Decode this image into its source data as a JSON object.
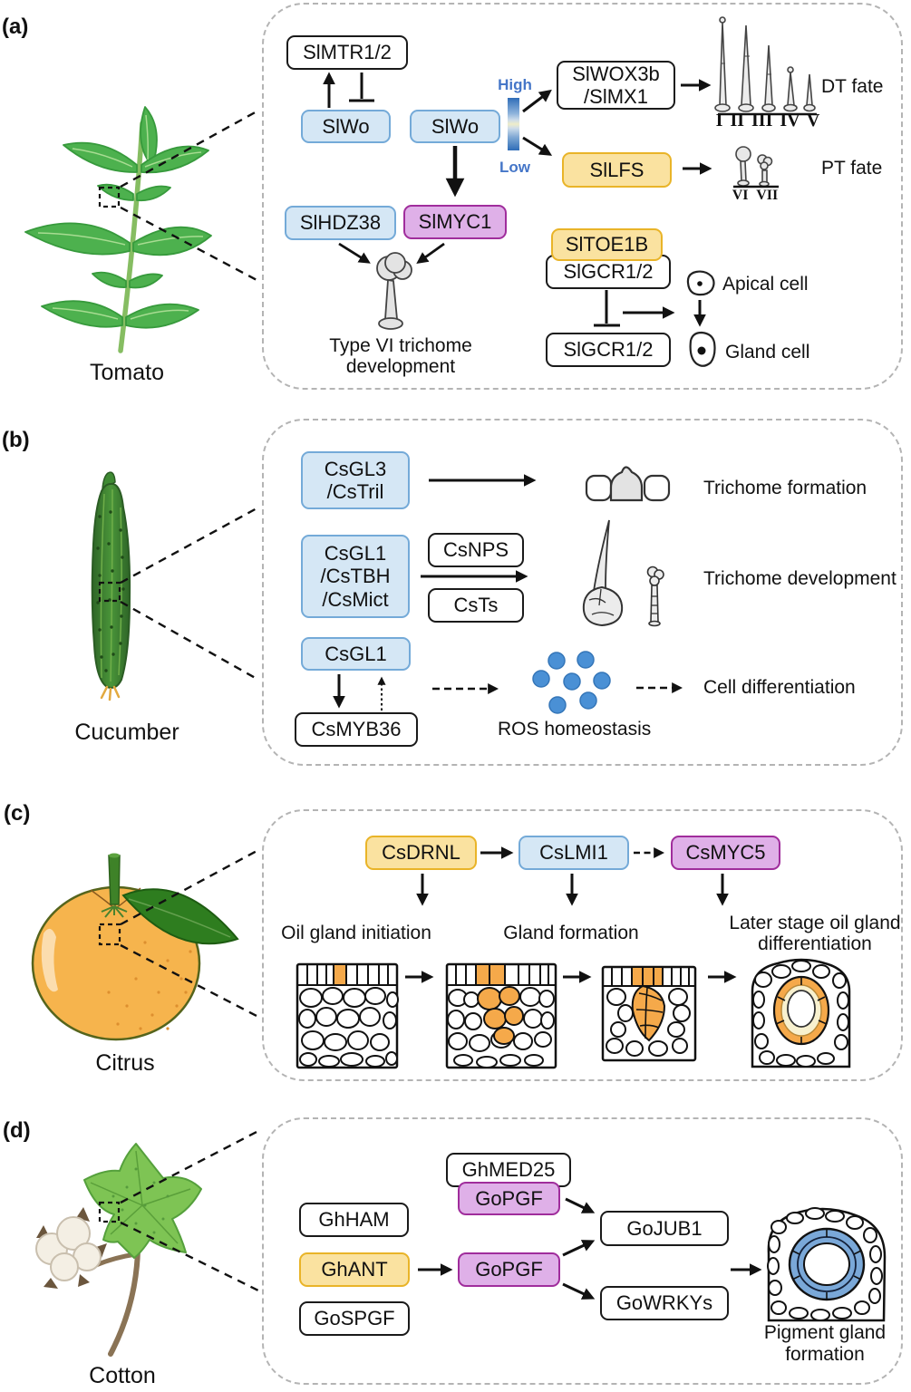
{
  "panels": {
    "a": {
      "letter": "(a)",
      "plant": "Tomato",
      "genes": {
        "slmtr12": "SlMTR1/2",
        "slwo_left": "SlWo",
        "slwo_right": "SlWo",
        "slwox_l1": "SlWOX3b",
        "slwox_l2": "/SlMX1",
        "sllfs": "SlLFS",
        "slhdz38": "SlHDZ38",
        "slmyc1": "SlMYC1",
        "sltoe1b": "SlTOE1B",
        "slgcr_top": "SlGCR1/2",
        "slgcr_bottom": "SlGCR1/2"
      },
      "labels": {
        "high": "High",
        "low": "Low",
        "dt_fate": "DT fate",
        "dt_types": "I II III IV V",
        "pt_fate": "PT fate",
        "pt_types": "VI VII",
        "type6_l1": "Type VI trichome",
        "type6_l2": "development",
        "apical": "Apical cell",
        "gland": "Gland cell"
      }
    },
    "b": {
      "letter": "(b)",
      "plant": "Cucumber",
      "genes": {
        "csgl3_l1": "CsGL3",
        "csgl3_l2": "/CsTril",
        "cstrio_l1": "CsGL1",
        "cstrio_l2": "/CsTBH",
        "cstrio_l3": "/CsMict",
        "csnps": "CsNPS",
        "csts": "CsTs",
        "csgl1": "CsGL1",
        "csmyb36": "CsMYB36"
      },
      "labels": {
        "trichome_formation": "Trichome formation",
        "trichome_development": "Trichome development",
        "ros": "ROS homeostasis",
        "cell_diff": "Cell differentiation"
      }
    },
    "c": {
      "letter": "(c)",
      "plant": "Citrus",
      "genes": {
        "csdrnl": "CsDRNL",
        "cslmi1": "CsLMI1",
        "csmyc5": "CsMYC5"
      },
      "labels": {
        "oil_init": "Oil gland initiation",
        "gland_form": "Gland formation",
        "later_l1": "Later stage oil gland",
        "later_l2": "differentiation"
      }
    },
    "d": {
      "letter": "(d)",
      "plant": "Cotton",
      "genes": {
        "ghmed25": "GhMED25",
        "gopgf_top": "GoPGF",
        "ghham": "GhHAM",
        "ghant": "GhANT",
        "gopgf_mid": "GoPGF",
        "gospgf": "GoSPGF",
        "gojub1": "GoJUB1",
        "gowrkys": "GoWRKYs"
      },
      "labels": {
        "pigment_l1": "Pigment gland",
        "pigment_l2": "formation"
      }
    }
  },
  "icons": {
    "dt_trichomes": "five-tapering-trichomes-I-V",
    "pt_trichomes": "two-glandular-trichomes-VI-VII",
    "type6_trichome": "ball-head-trichome",
    "apical_cell": "cell-with-small-nucleus",
    "gland_cell": "cell-with-large-nucleus",
    "trichome_formation": "three-cell-dome",
    "trichome_development": "glandular-and-stalked-trichome",
    "ros": "seven-blue-dots",
    "tissue_stages": "four-cell-tissue-blocks-with-orange-gland-cells",
    "pigment_gland": "tissue-with-blue-gland-ring",
    "gradient_bar": "blue-high-low-gradient"
  },
  "colors": {
    "blue_fill": "#d5e7f5",
    "blue_border": "#74aad8",
    "yellow_fill": "#fae2a0",
    "yellow_border": "#e9b428",
    "purple_fill": "#dfb0e8",
    "purple_border": "#a02d9c",
    "white_border": "#1a1a1a",
    "highlow": "#4576c8",
    "ros_dot": "#4a90d5",
    "orange_cell": "#f5a94a",
    "gland_blue": "#7aa8d8"
  }
}
